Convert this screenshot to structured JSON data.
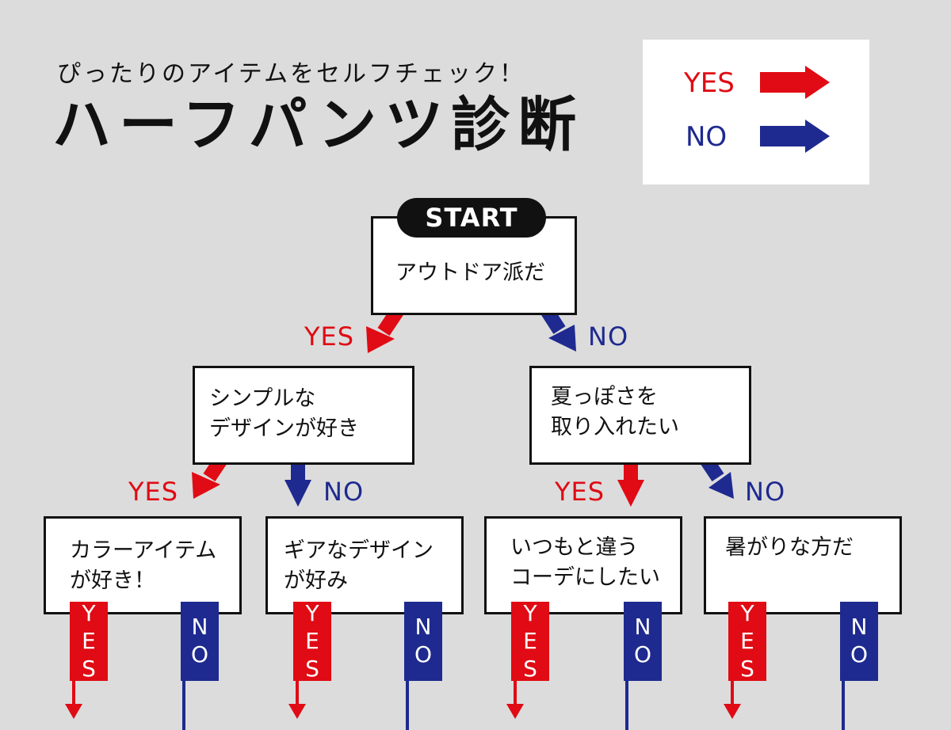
{
  "header": {
    "subtitle": "ぴったりのアイテムをセルフチェック！",
    "title": "ハーフパンツ診断"
  },
  "legend": {
    "yes_label": "YES",
    "no_label": "NO"
  },
  "colors": {
    "yes": "#e00b14",
    "no": "#1e2a8f",
    "background": "#dcdcdc"
  },
  "start": {
    "badge": "START",
    "question": "アウトドア派だ",
    "yes_label": "YES",
    "no_label": "NO"
  },
  "level2": {
    "left": {
      "line1": "シンプルな",
      "line2": "デザインが好き",
      "yes_label": "YES",
      "no_label": "NO"
    },
    "right": {
      "line1": "夏っぽさを",
      "line2": "取り入れたい",
      "yes_label": "YES",
      "no_label": "NO"
    }
  },
  "level3": [
    {
      "line1": "カラーアイテム",
      "line2": "が好き！",
      "yes_tab": "YES",
      "no_tab": "NO"
    },
    {
      "line1": "ギアなデザイン",
      "line2": "が好み",
      "yes_tab": "YES",
      "no_tab": "NO"
    },
    {
      "line1": "いつもと違う",
      "line2": "コーデにしたい",
      "yes_tab": "YES",
      "no_tab": "NO"
    },
    {
      "line1": "暑がりな方だ",
      "line2": "",
      "yes_tab": "YES",
      "no_tab": "NO"
    }
  ]
}
